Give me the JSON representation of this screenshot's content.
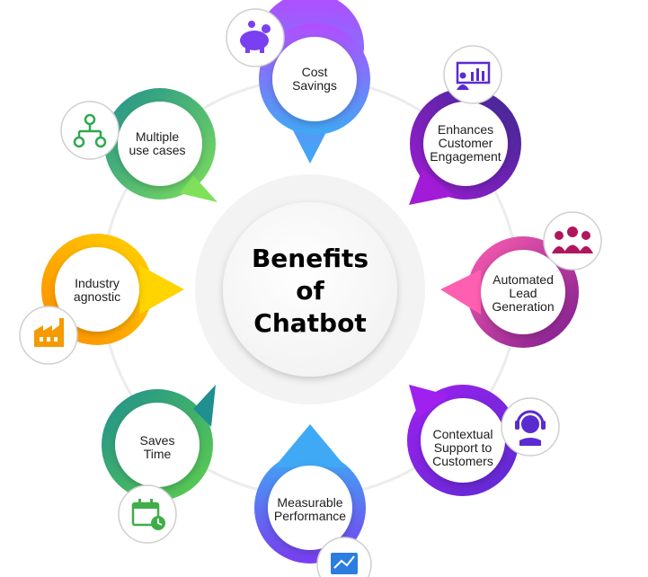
{
  "center": {
    "line1": "Benefits",
    "line2": "of",
    "line3": "Chatbot"
  },
  "benefits": [
    {
      "lines": [
        "Cost",
        "Savings"
      ],
      "icon": "piggy-bank-icon",
      "color_a": "#b24dff",
      "color_b": "#3fa9f5"
    },
    {
      "lines": [
        "Enhances",
        "Customer",
        "Engagement"
      ],
      "icon": "presentation-icon",
      "color_a": "#3b2a8f",
      "color_b": "#a21bd6"
    },
    {
      "lines": [
        "Automated",
        "Lead",
        "Generation"
      ],
      "icon": "team-icon",
      "color_a": "#ff5fb0",
      "color_b": "#7a1b8f"
    },
    {
      "lines": [
        "Contextual",
        "Support to",
        "Customers"
      ],
      "icon": "headset-icon",
      "color_a": "#a020f0",
      "color_b": "#5a2bd0"
    },
    {
      "lines": [
        "Measurable",
        "Performance"
      ],
      "icon": "chart-icon",
      "color_a": "#3fa9f5",
      "color_b": "#7a3cf0"
    },
    {
      "lines": [
        "Saves",
        "Time"
      ],
      "icon": "calendar-clock-icon",
      "color_a": "#1f8f8f",
      "color_b": "#5fd04a"
    },
    {
      "lines": [
        "Industry",
        "agnostic"
      ],
      "icon": "factory-icon",
      "color_a": "#ff8a00",
      "color_b": "#ffd400"
    },
    {
      "lines": [
        "Multiple",
        "use cases"
      ],
      "icon": "flowchart-icon",
      "color_a": "#1f8f8f",
      "color_b": "#7fe05a"
    }
  ]
}
